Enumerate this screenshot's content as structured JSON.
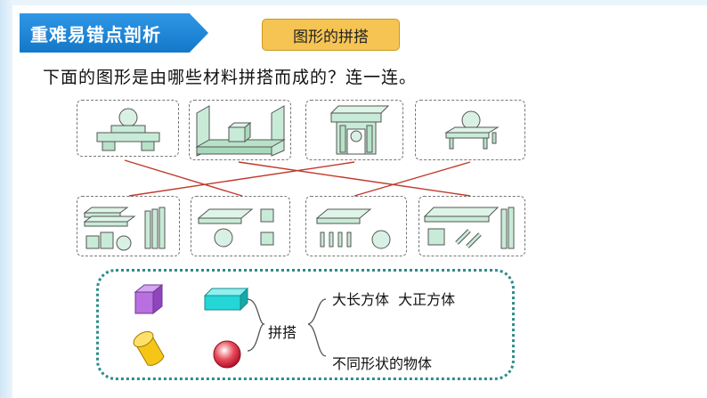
{
  "header": {
    "section_title": "重难易错点剖析",
    "topic": "图形的拼搭"
  },
  "question": {
    "text": "下面的图形是由哪些材料拼搭而成的？连一连。"
  },
  "legend": {
    "center_label": "拼搭",
    "option_top": "大长方体  大正方体",
    "option_bottom": "不同形状的物体"
  },
  "colors": {
    "banner": "#1f86d6",
    "pill": "#f6c453",
    "match_line": "#c0392b",
    "shape_green": "#c8ebd7",
    "legend_border": "#2e8b8b"
  }
}
